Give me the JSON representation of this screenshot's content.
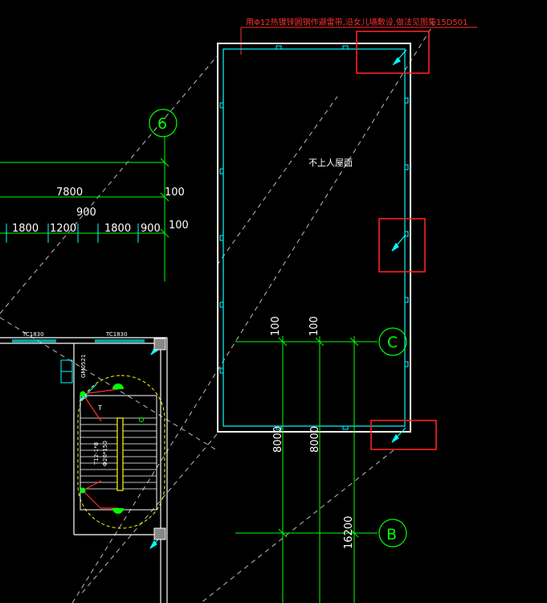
{
  "drawing": {
    "note_text": "用Φ12热镀锌圆钢作避雷带,沿女儿墙敷设,做法见图集15D501",
    "roof_label": "不上人屋面",
    "axis_bubbles": {
      "axis_6": "6",
      "axis_c": "C",
      "axis_b": "B"
    },
    "dimensions": {
      "d7800": "7800",
      "d900": "900",
      "d100_top": "100",
      "d100_right": "100",
      "d1800_a": "1800",
      "d1200": "1200",
      "d1800_b": "1800",
      "d900_b": "900",
      "d100_v1": "100",
      "d100_v2": "100",
      "d8000_a": "8000",
      "d8000_b": "8000",
      "d16200": "16200"
    },
    "window_tags": {
      "tc1830_a": "TC1830",
      "tc1830_b": "TC1830",
      "gm0521": "GM0521"
    },
    "stair_text": {
      "mark": "T",
      "label": "T12-1*8",
      "size": "Ф20*150"
    },
    "colors": {
      "background": "#000000",
      "wall": "#ffffff",
      "parapet": "#00ffff",
      "axis": "#00ff00",
      "dim": "#00ff00",
      "hidden": "#ffffff",
      "highlight": "#ff0000",
      "note": "#ff0000",
      "stair": "#ffff00"
    }
  }
}
